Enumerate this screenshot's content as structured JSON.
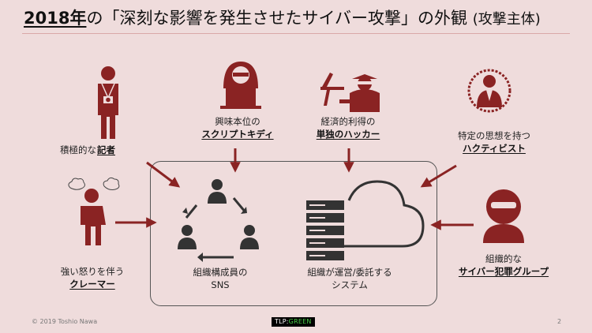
{
  "title": {
    "year": "2018年",
    "main": "の「深刻な影響を発生させたサイバー攻撃」の外観",
    "sub": "(攻撃主体)"
  },
  "actors": {
    "journalist": {
      "prefix": "積極的な",
      "emphasis": "記者"
    },
    "script_kiddie": {
      "line1": "興味本位の",
      "emphasis": "スクリプトキディ"
    },
    "hacker": {
      "line1": "経済的利得の",
      "emphasis": "単独のハッカー"
    },
    "hacktivist": {
      "line1": "特定の思想を持つ",
      "emphasis": "ハクティビスト"
    },
    "claimer": {
      "line1": "強い怒りを伴う",
      "emphasis": "クレーマー"
    },
    "cyber_crime": {
      "line1": "組織的な",
      "emphasis": "サイバー犯罪グループ"
    }
  },
  "targets": {
    "sns": {
      "line1": "組織構成員の",
      "line2": "SNS"
    },
    "system": {
      "line1": "組織が運営/委託する",
      "line2": "システム"
    }
  },
  "colors": {
    "accent": "#8a2323",
    "icon_gray": "#333333",
    "background": "#efdcdc"
  },
  "footer": {
    "copyright": "© 2019 Toshio Nawa",
    "tlp_prefix": "TLP:",
    "tlp_level": "GREEN",
    "page_number": "2"
  }
}
